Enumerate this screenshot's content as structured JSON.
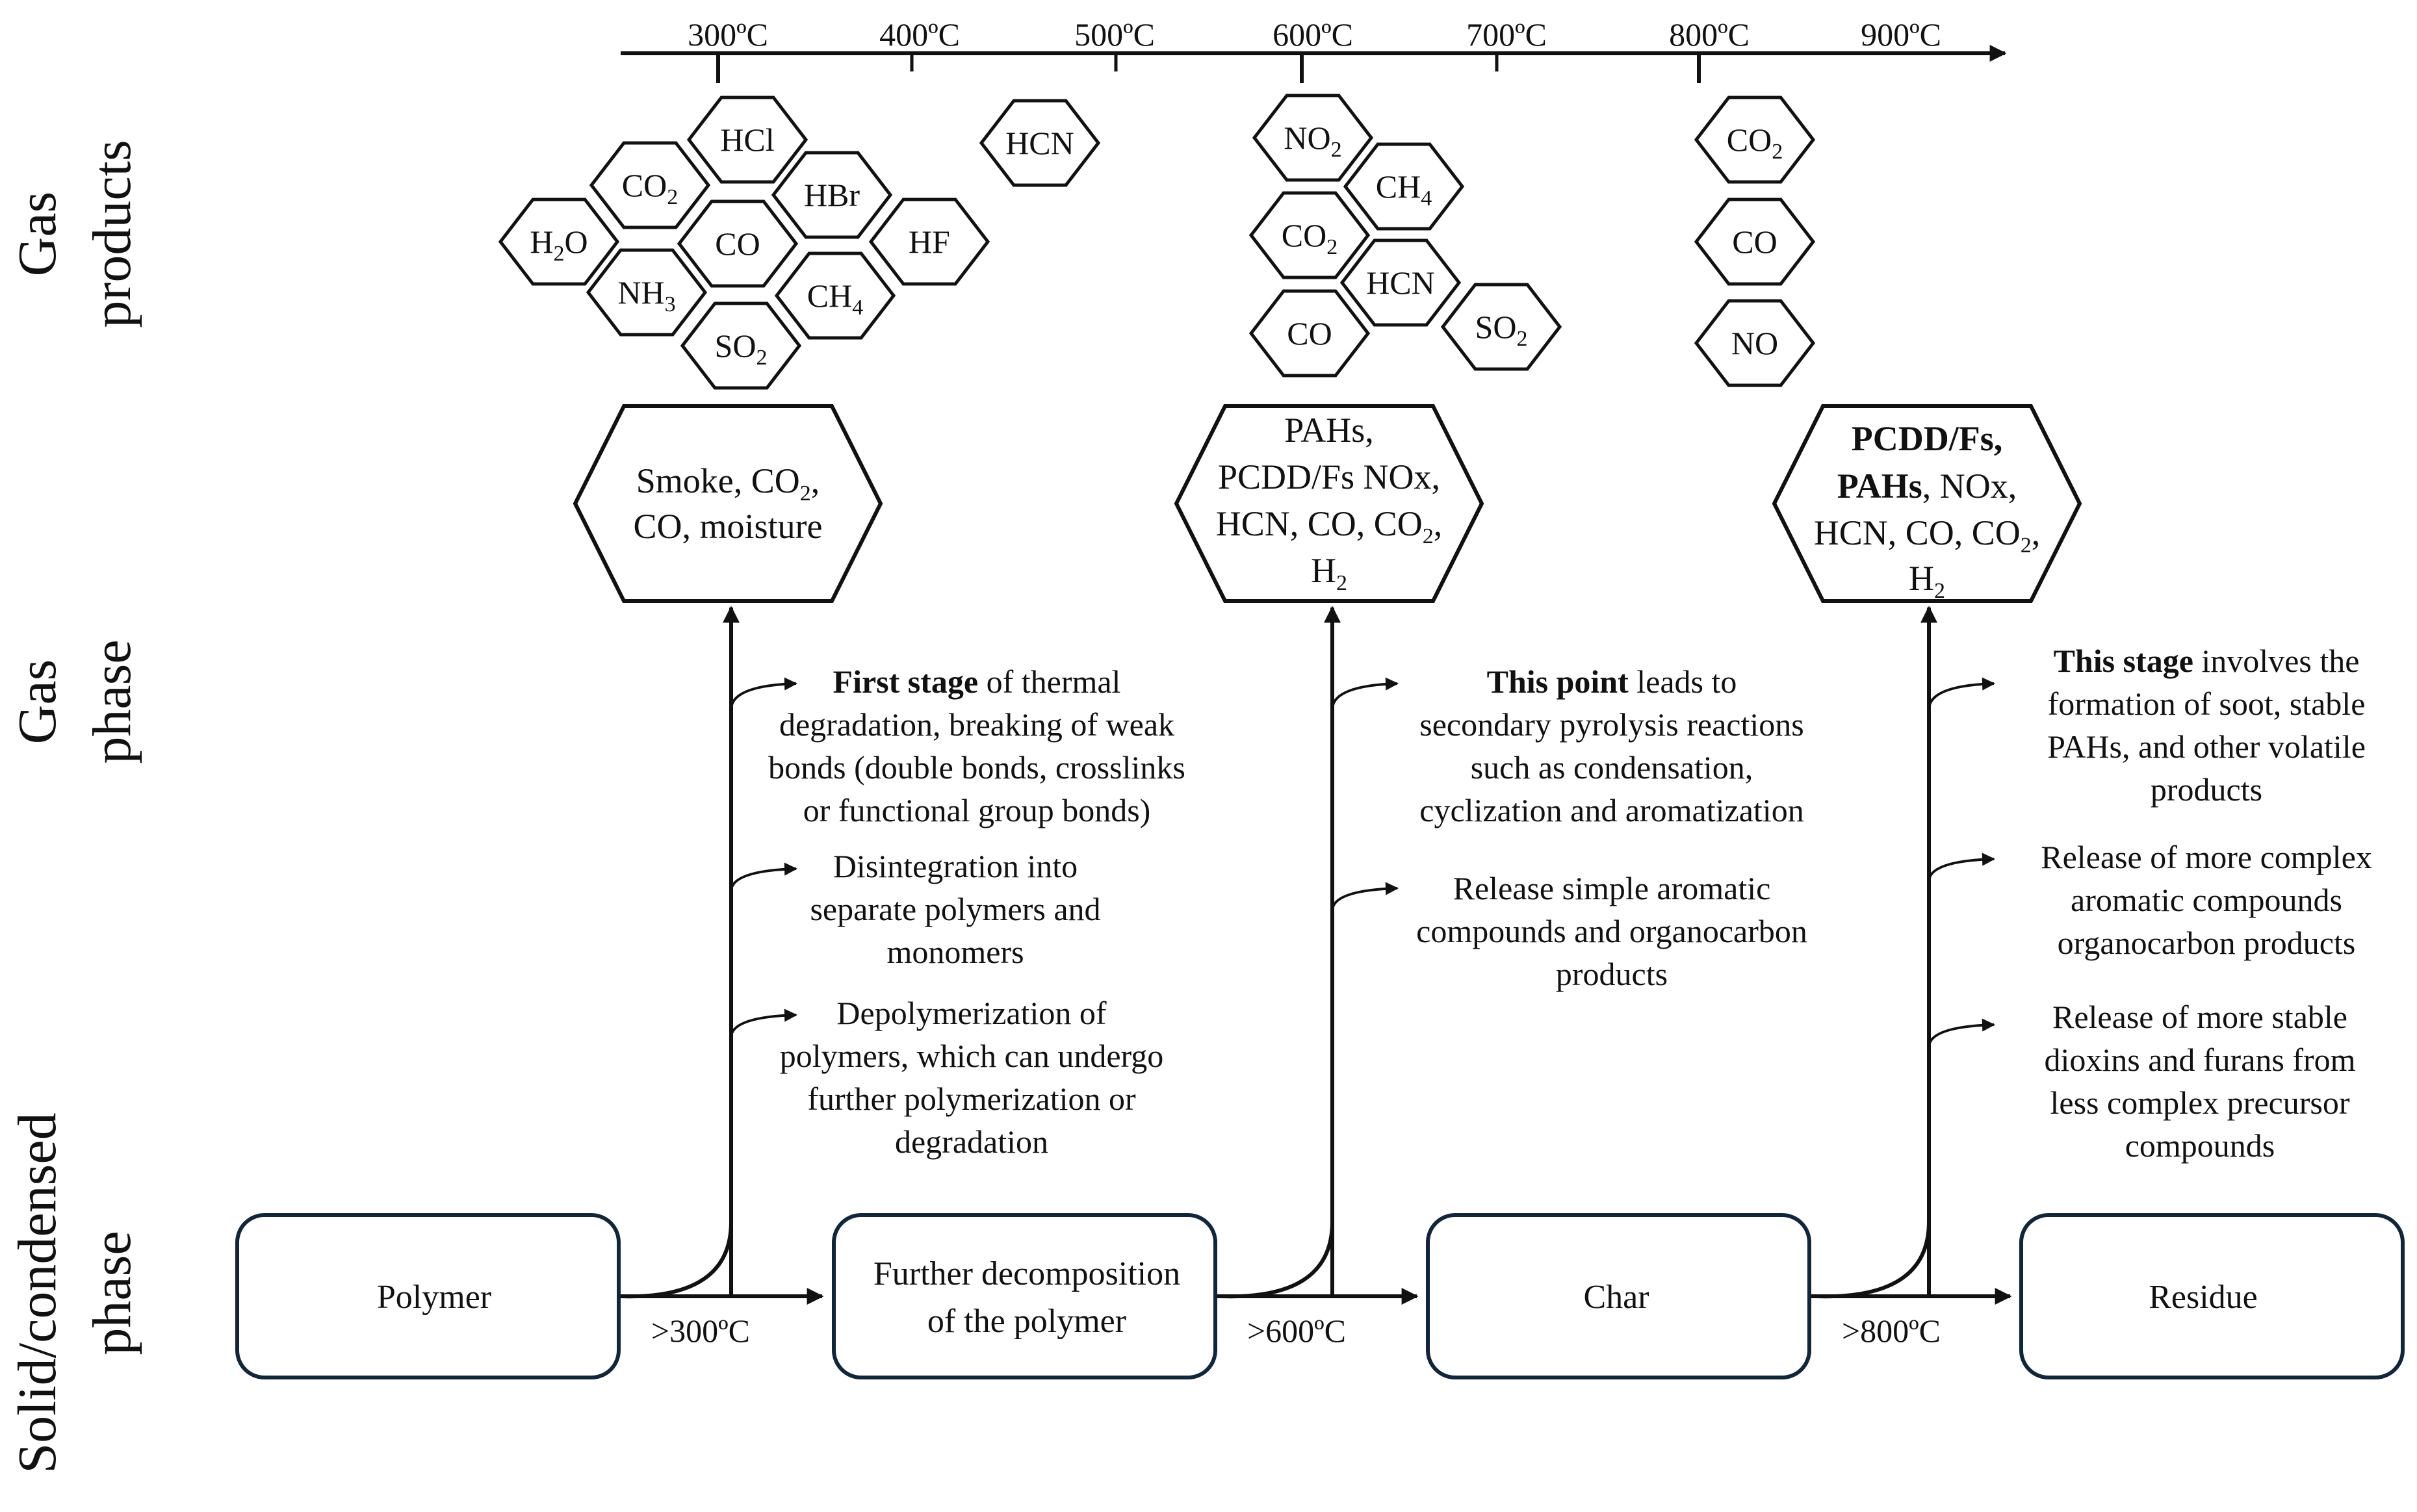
{
  "temperature_axis": {
    "ticks": [
      "300ºC",
      "400ºC",
      "500ºC",
      "600ºC",
      "700ºC",
      "800ºC",
      "900ºC"
    ]
  },
  "side_labels": {
    "gas_products": [
      "Gas",
      "products"
    ],
    "gas_phase": [
      "Gas",
      "phase"
    ],
    "solid_phase": [
      "Solid/condensed",
      "phase"
    ]
  },
  "gas_products": {
    "group1": [
      {
        "main": "HCl",
        "sub": ""
      },
      {
        "main": "CO",
        "sub": "2"
      },
      {
        "main": "HBr",
        "sub": ""
      },
      {
        "main": "H",
        "sub": "2",
        "tail": "O"
      },
      {
        "main": "CO",
        "sub": ""
      },
      {
        "main": "HF",
        "sub": ""
      },
      {
        "main": "NH",
        "sub": "3"
      },
      {
        "main": "CH",
        "sub": "4"
      },
      {
        "main": "SO",
        "sub": "2"
      },
      {
        "main": "HCN",
        "sub": ""
      }
    ],
    "group2": [
      {
        "main": "NO",
        "sub": "2"
      },
      {
        "main": "CH",
        "sub": "4"
      },
      {
        "main": "CO",
        "sub": "2"
      },
      {
        "main": "HCN",
        "sub": ""
      },
      {
        "main": "CO",
        "sub": ""
      },
      {
        "main": "SO",
        "sub": "2"
      }
    ],
    "group3": [
      {
        "main": "CO",
        "sub": "2"
      },
      {
        "main": "CO",
        "sub": ""
      },
      {
        "main": "NO",
        "sub": ""
      }
    ]
  },
  "stage_gases": {
    "stage1": {
      "line1_a": "Smoke, CO",
      "line1_sub": "2",
      "line1_b": ",",
      "line2": "CO, moisture"
    },
    "stage2": {
      "line1": "PAHs,",
      "line2": "PCDD/Fs NOx,",
      "line3_a": "HCN, CO, CO",
      "line3_sub": "2",
      "line3_b": ",",
      "line4_a": "H",
      "line4_sub": "2"
    },
    "stage3": {
      "line1": "PCDD/Fs,",
      "line2_bold": "PAHs",
      "line2_rest": ", NOx,",
      "line3_a": "HCN, CO, CO",
      "line3_sub": "2",
      "line3_b": ",",
      "line4_a": "H",
      "line4_sub": "2"
    }
  },
  "descriptions": {
    "stage1": {
      "d1": {
        "bold": "First stage",
        "rest": " of thermal",
        "lines": [
          "degradation, breaking of weak",
          "bonds (double bonds, crosslinks",
          "or functional group bonds)"
        ]
      },
      "d2": {
        "lines": [
          "Disintegration into",
          "separate polymers and",
          "monomers"
        ]
      },
      "d3": {
        "lines": [
          "Depolymerization of",
          "polymers, which can undergo",
          "further polymerization or",
          "degradation"
        ]
      }
    },
    "stage2": {
      "d1": {
        "bold": "This point",
        "rest": " leads to",
        "lines": [
          "secondary pyrolysis reactions",
          "such as condensation,",
          "cyclization and aromatization"
        ]
      },
      "d2": {
        "lines": [
          "Release simple aromatic",
          "compounds and organocarbon",
          "products"
        ]
      }
    },
    "stage3": {
      "d1": {
        "bold": "This stage",
        "rest": " involves the",
        "lines": [
          "formation of soot, stable",
          "PAHs, and other volatile",
          "products"
        ]
      },
      "d2": {
        "lines": [
          "Release of more complex",
          "aromatic compounds",
          "organocarbon products"
        ]
      },
      "d3": {
        "lines": [
          "Release of more stable",
          "dioxins and furans from",
          "less complex precursor",
          "compounds"
        ]
      }
    }
  },
  "solid_boxes": {
    "polymer": [
      "Polymer"
    ],
    "further": [
      "Further decomposition",
      "of the polymer"
    ],
    "char": [
      "Char"
    ],
    "residue": [
      "Residue"
    ]
  },
  "transitions": [
    ">300ºC",
    ">600ºC",
    ">800ºC"
  ]
}
